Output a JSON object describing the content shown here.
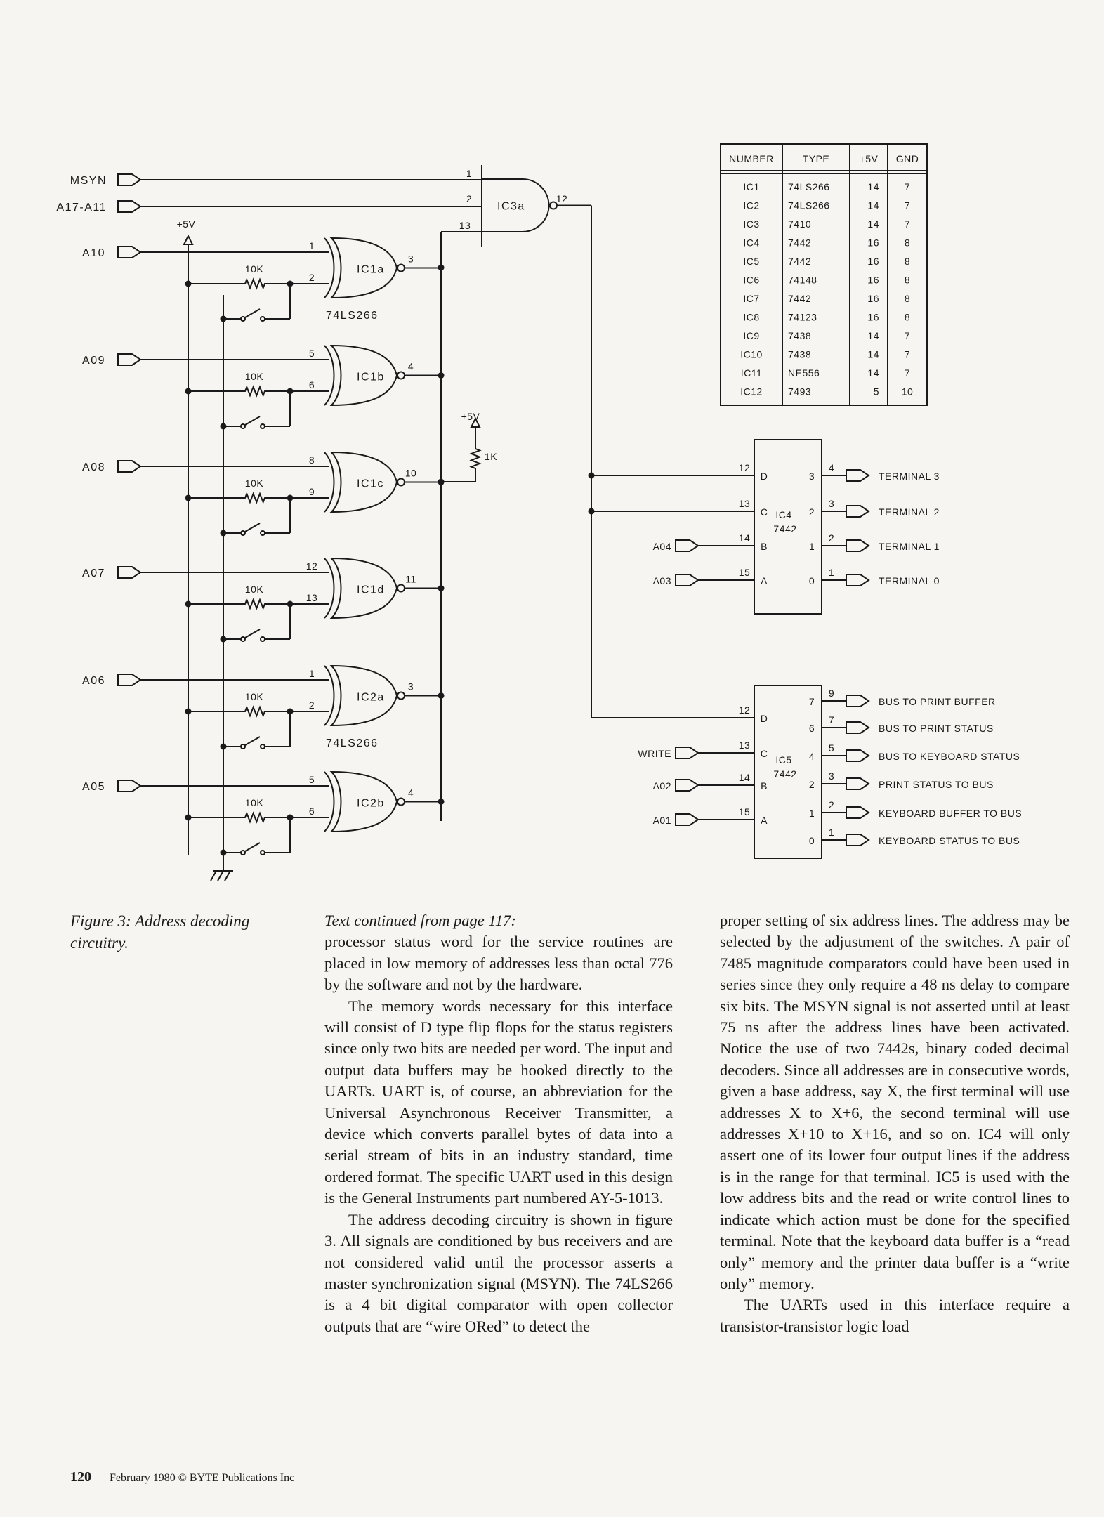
{
  "figure": {
    "caption": "Figure 3: Address decoding circuitry.",
    "inputs": [
      "MSYN",
      "A17-A11",
      "A10",
      "A09",
      "A08",
      "A07",
      "A06",
      "A05"
    ],
    "supply": "+5V",
    "resistor_label": "10K",
    "pullup_resistor_label": "1K",
    "gates": [
      "IC1a",
      "IC1b",
      "IC1c",
      "IC1d",
      "IC2a",
      "IC2b",
      "IC3a"
    ],
    "gate_chip_label": "74LS266",
    "decoders": [
      {
        "name": "IC4",
        "type": "7442",
        "inputs": [
          {
            "signal": "",
            "pin": "12",
            "name": "D"
          },
          {
            "signal": "",
            "pin": "13",
            "name": "C"
          },
          {
            "signal": "A04",
            "pin": "14",
            "name": "B"
          },
          {
            "signal": "A03",
            "pin": "15",
            "name": "A"
          }
        ],
        "outputs": [
          {
            "pin": "4",
            "out": "3",
            "label": "TERMINAL 3"
          },
          {
            "pin": "3",
            "out": "2",
            "label": "TERMINAL 2"
          },
          {
            "pin": "2",
            "out": "1",
            "label": "TERMINAL 1"
          },
          {
            "pin": "1",
            "out": "0",
            "label": "TERMINAL 0"
          }
        ]
      },
      {
        "name": "IC5",
        "type": "7442",
        "inputs": [
          {
            "signal": "",
            "pin": "12",
            "name": "D"
          },
          {
            "signal": "WRITE",
            "pin": "13",
            "name": "C"
          },
          {
            "signal": "A02",
            "pin": "14",
            "name": "B"
          },
          {
            "signal": "A01",
            "pin": "15",
            "name": "A"
          }
        ],
        "outputs": [
          {
            "pin": "9",
            "out": "7",
            "label": "BUS TO PRINT BUFFER"
          },
          {
            "pin": "7",
            "out": "6",
            "label": "BUS TO PRINT STATUS"
          },
          {
            "pin": "5",
            "out": "4",
            "label": "BUS TO KEYBOARD STATUS"
          },
          {
            "pin": "3",
            "out": "2",
            "label": "PRINT STATUS TO BUS"
          },
          {
            "pin": "2",
            "out": "1",
            "label": "KEYBOARD BUFFER TO BUS"
          },
          {
            "pin": "1",
            "out": "0",
            "label": "KEYBOARD STATUS TO BUS"
          }
        ]
      }
    ],
    "ic_table": {
      "headers": [
        "NUMBER",
        "TYPE",
        "+5V",
        "GND"
      ],
      "rows": [
        [
          "IC1",
          "74LS266",
          "14",
          "7"
        ],
        [
          "IC2",
          "74LS266",
          "14",
          "7"
        ],
        [
          "IC3",
          "7410",
          "14",
          "7"
        ],
        [
          "IC4",
          "7442",
          "16",
          "8"
        ],
        [
          "IC5",
          "7442",
          "16",
          "8"
        ],
        [
          "IC6",
          "74148",
          "16",
          "8"
        ],
        [
          "IC7",
          "7442",
          "16",
          "8"
        ],
        [
          "IC8",
          "74123",
          "16",
          "8"
        ],
        [
          "IC9",
          "7438",
          "14",
          "7"
        ],
        [
          "IC10",
          "7438",
          "14",
          "7"
        ],
        [
          "IC11",
          "NE556",
          "14",
          "7"
        ],
        [
          "IC12",
          "7493",
          "5",
          "10"
        ]
      ]
    }
  },
  "article": {
    "continued": "Text continued from page 117:",
    "col1": [
      "processor status word for the service routines are placed in low memory of addresses less than octal 776 by the software and not by the hardware.",
      "The memory words necessary for this interface will consist of D type flip flops for the status registers since only two bits are needed per word. The input and output data buffers may be hooked directly to the UARTs. UART is, of course, an abbreviation for the Universal Asynchronous Receiver Transmitter, a device which converts parallel bytes of data into a serial stream of bits in an industry standard, time ordered format. The specific UART used in this design is the General Instruments part numbered AY-5-1013.",
      "The address decoding circuitry is shown in figure 3. All signals are conditioned by bus receivers and are not considered valid until the processor asserts a master synchronization signal (MSYN). The 74LS266 is a 4 bit digital comparator with open collector outputs that are “wire ORed” to detect the"
    ],
    "col2": [
      "proper setting of six address lines. The address may be selected by the adjustment of the switches. A pair of 7485 magnitude comparators could have been used in series since they only require a 48 ns delay to compare six bits. The MSYN signal is not asserted until at least 75 ns after the address lines have been activated. Notice the use of two 7442s, binary coded decimal decoders. Since all addresses are in consecutive words, given a base address, say X, the first terminal will use addresses X to X+6, the second terminal will use addresses X+10 to X+16, and so on. IC4 will only assert one of its lower four output lines if the address is in the range for that terminal. IC5 is used with the low address bits and the read or write control lines to indicate which action must be done for the specified terminal. Note that the keyboard data buffer is a “read only” memory and the printer data buffer is a “write only” memory.",
      "The UARTs used in this interface require a transistor-transistor logic load"
    ]
  },
  "footer": {
    "page_number": "120",
    "text": "February 1980 © BYTE Publications Inc"
  }
}
